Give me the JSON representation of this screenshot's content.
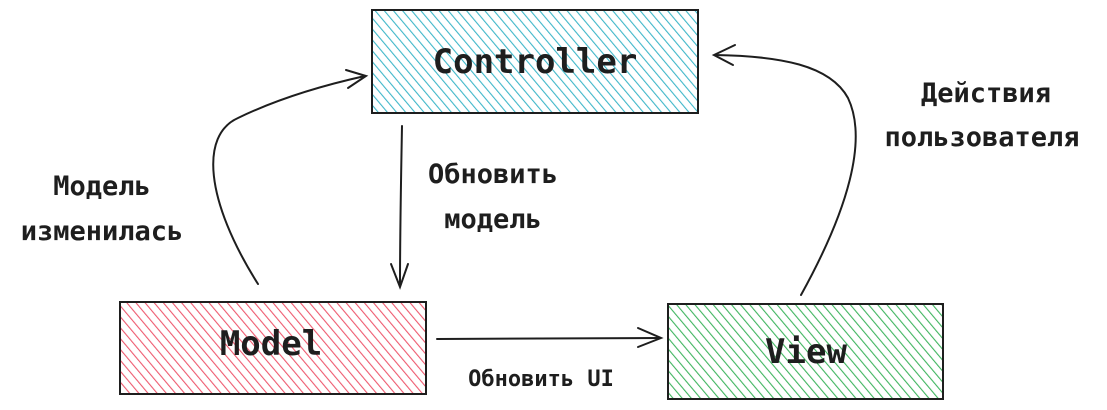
{
  "colors": {
    "controller_fill": "#3fb7c9",
    "model_fill": "#ee5a6f",
    "view_fill": "#40b560",
    "stroke": "#1e1e1e"
  },
  "nodes": {
    "controller": "Controller",
    "model": "Model",
    "view": "View"
  },
  "edges": {
    "model_to_controller": [
      "Модель",
      "изменилась"
    ],
    "controller_to_model": [
      "Обновить",
      "модель"
    ],
    "view_to_controller": [
      "Действия",
      "пользователя"
    ],
    "model_to_view": "Обновить UI"
  }
}
